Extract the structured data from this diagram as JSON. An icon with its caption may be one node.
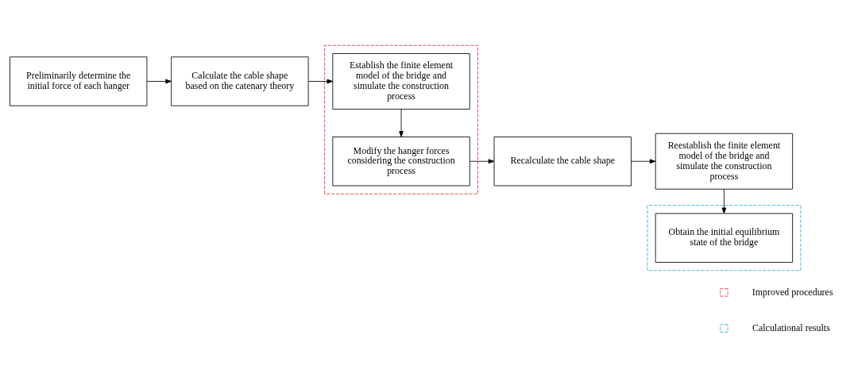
{
  "diagram": {
    "nodes": [
      {
        "text": [
          "Preliminarily determine the initial force of each hanger"
        ]
      },
      {
        "text": [
          "Calculate the cable shape based on the catenary theory"
        ]
      },
      {
        "text": [],
        "shape": "box"
      },
      {
        "text": [
          "Establish the finite element model of the bridge and simulate the construction process"
        ],
        "in": 2
      },
      {
        "text": [
          "Modify the hanger forces considering the construction process"
        ],
        "in": 2
      },
      {
        "text": [
          "Recalculate the cable shape"
        ]
      },
      {
        "text": [
          "Reestablish the finite element model of the bridge and simulate the construction process"
        ]
      },
      {
        "text": [],
        "shape": "box"
      },
      {
        "text": [
          "Obtain the initial equilibrium state of the bridge"
        ],
        "in": 7
      }
    ],
    "edges": [
      {
        "from": 0,
        "to": 1,
        "arrow": "to"
      },
      {
        "from": 1,
        "to": 3,
        "arrow": "to"
      },
      {
        "from": 3,
        "to": 4,
        "arrow": "to"
      },
      {
        "from": 4,
        "to": 5,
        "arrow": "to"
      },
      {
        "from": 5,
        "to": 6,
        "arrow": "to"
      },
      {
        "from": 6,
        "to": 8,
        "arrow": "to"
      }
    ],
    "legend": [
      {
        "text": "Improved procedures"
      },
      {
        "text": "Calculational results"
      }
    ]
  }
}
